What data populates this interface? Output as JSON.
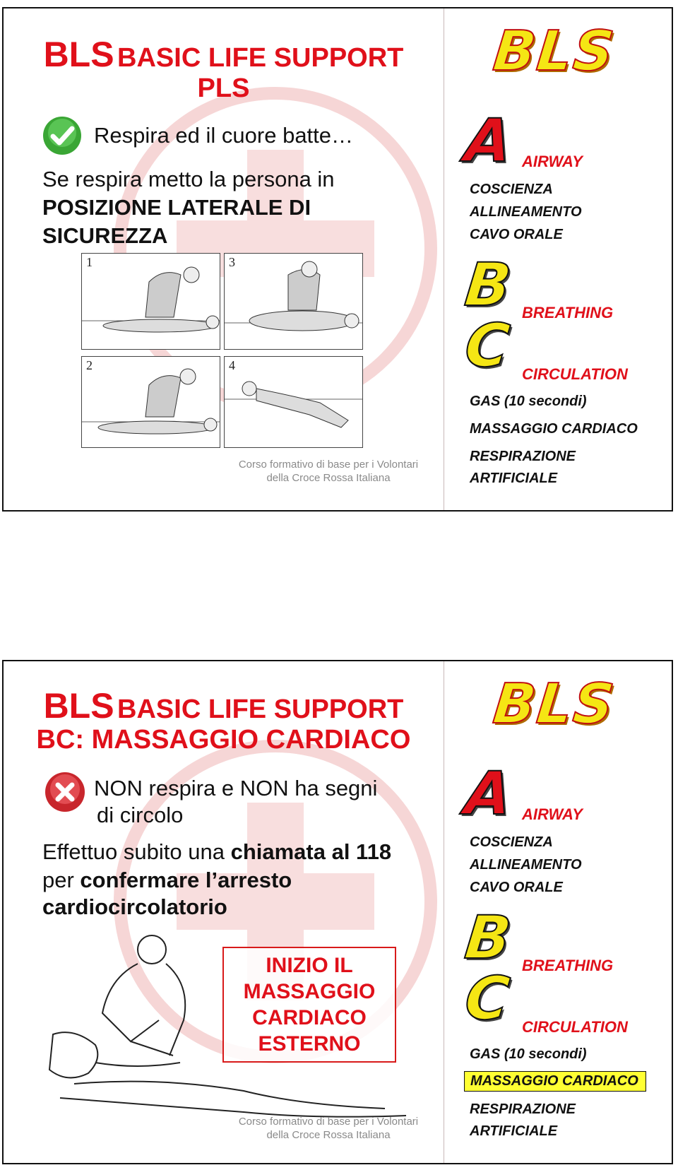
{
  "slide1": {
    "title_main": "BLS",
    "title_rest": "BASIC LIFE SUPPORT",
    "title_line2": "PLS",
    "bullet_text": "Respira ed il cuore batte…",
    "body_line1": "Se respira metto la persona in",
    "body_line2": "POSIZIONE LATERALE DI",
    "body_line3": "SICUREZZA",
    "panel_numbers": [
      "1",
      "3",
      "2",
      "4"
    ],
    "footer_line1": "Corso formativo di base per i Volontari",
    "footer_line2": "della Croce Rossa Italiana"
  },
  "slide2": {
    "title_main": "BLS",
    "title_rest": "BASIC LIFE SUPPORT",
    "title_line2": "BC: MASSAGGIO CARDIACO",
    "bullet_line1": "NON respira e NON ha segni",
    "bullet_line2": "di circolo",
    "body_line1_a": "Effettuo subito una ",
    "body_line1_b": "chiamata al 118",
    "body_line2_a": "per ",
    "body_line2_b": "confermare l’arresto",
    "body_line3": "cardiocircolatorio",
    "callout_lines": [
      "INIZIO IL",
      "MASSAGGIO",
      "CARDIACO",
      "ESTERNO"
    ],
    "footer_line1": "Corso formativo di base per i Volontari",
    "footer_line2": "della Croce Rossa Italiana"
  },
  "sidebar": {
    "logo": "BLS",
    "letter_a": "A",
    "airway": "AIRWAY",
    "airway_items": [
      "COSCIENZA",
      "ALLINEAMENTO",
      "CAVO ORALE"
    ],
    "letter_b": "B",
    "breathing": "BREATHING",
    "letter_c": "C",
    "circulation": "CIRCULATION",
    "circulation_items": [
      "GAS (10 secondi)",
      "MASSAGGIO CARDIACO",
      "RESPIRAZIONE",
      "ARTIFICIALE"
    ]
  },
  "colors": {
    "red": "#e0101a",
    "yellow": "#f5e614",
    "highlight": "#ffff33"
  },
  "icons": {
    "slide1_bullet": "green-check-icon",
    "slide2_bullet": "red-x-icon"
  }
}
